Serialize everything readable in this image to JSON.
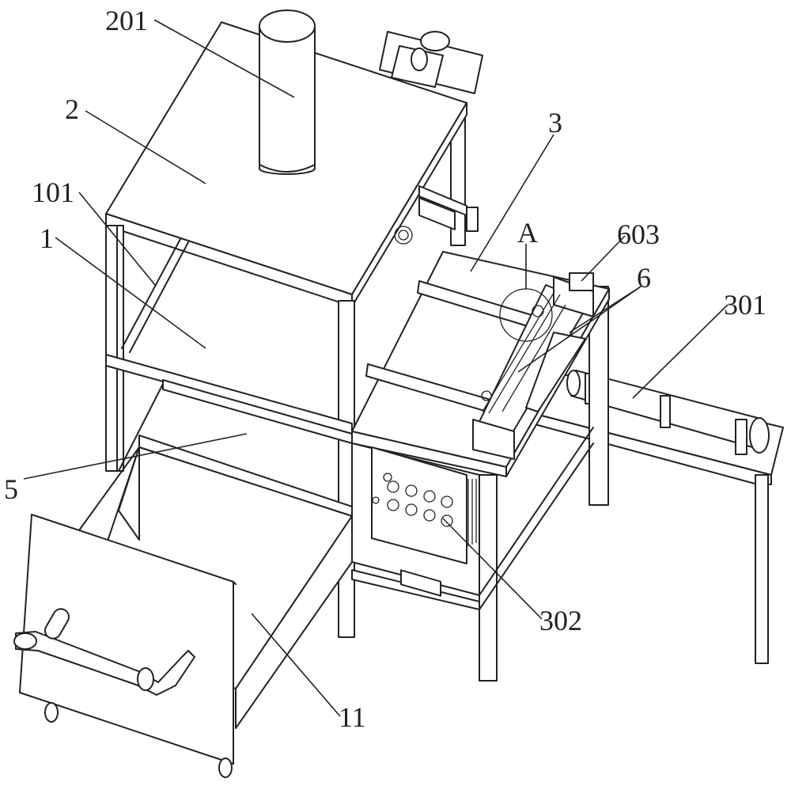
{
  "labels": {
    "l201": "201",
    "l2": "2",
    "l101": "101",
    "l1": "1",
    "l5": "5",
    "l3": "3",
    "lA": "A",
    "l603": "603",
    "l6": "6",
    "l301": "301",
    "l302": "302",
    "l11": "11"
  }
}
